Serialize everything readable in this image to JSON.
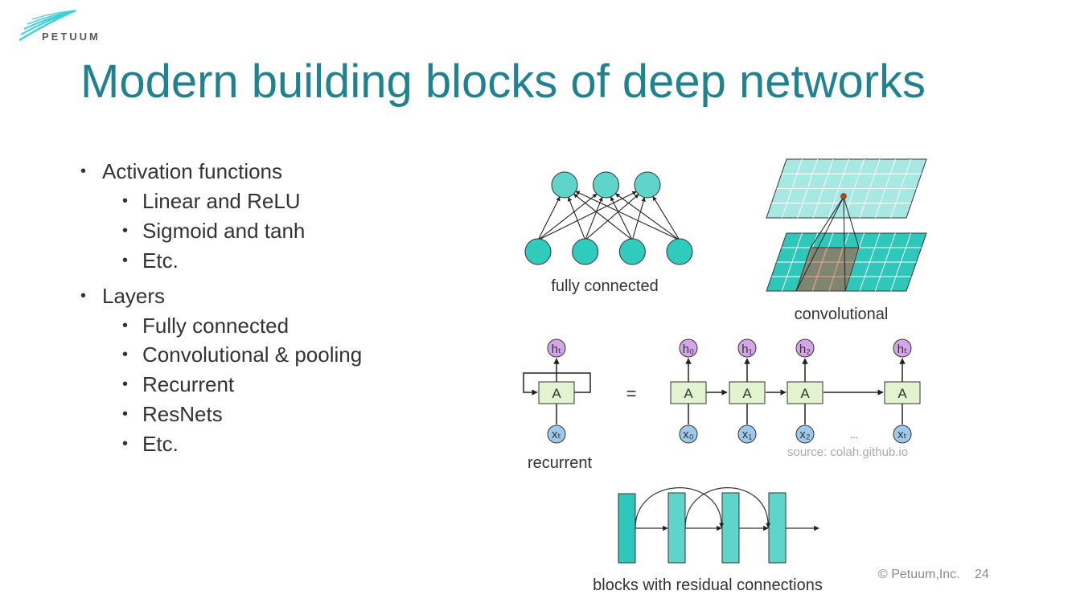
{
  "logo": {
    "text": "PETUUM"
  },
  "slide": {
    "title": "Modern building blocks of deep networks",
    "bullets": [
      {
        "label": "Activation functions",
        "children": [
          "Linear and ReLU",
          "Sigmoid and tanh",
          "Etc."
        ]
      },
      {
        "label": "Layers",
        "children": [
          "Fully connected",
          "Convolutional & pooling",
          "Recurrent",
          "ResNets",
          "Etc."
        ]
      }
    ]
  },
  "figures": {
    "fully_connected": {
      "caption": "fully connected",
      "input_nodes": 4,
      "output_nodes": 3
    },
    "convolutional": {
      "caption": "convolutional"
    },
    "recurrent": {
      "caption": "recurrent",
      "cell_label": "A",
      "equals": "=",
      "rolled": {
        "h": "hₜ",
        "x": "xₜ"
      },
      "unrolled": [
        {
          "h": "h₀",
          "x": "x₀"
        },
        {
          "h": "h₁",
          "x": "x₁"
        },
        {
          "h": "h₂",
          "x": "x₂"
        },
        {
          "h": "hₜ",
          "x": "xₜ"
        }
      ],
      "ellipsis": "...",
      "source": "source: colah.github.io"
    },
    "residual": {
      "caption": "blocks with residual connections"
    }
  },
  "footer": {
    "copyright": "© Petuum,Inc.",
    "page_number": "24"
  },
  "colors": {
    "title": "#1e8291",
    "text": "#333333",
    "node_teal": "#2fcbbd",
    "node_light": "#5fd4cb",
    "rnn_cell": "#e2f4cf",
    "h_node": "#d4a6e8",
    "x_node": "#9ec9ea",
    "muted": "#aaaaaa"
  }
}
